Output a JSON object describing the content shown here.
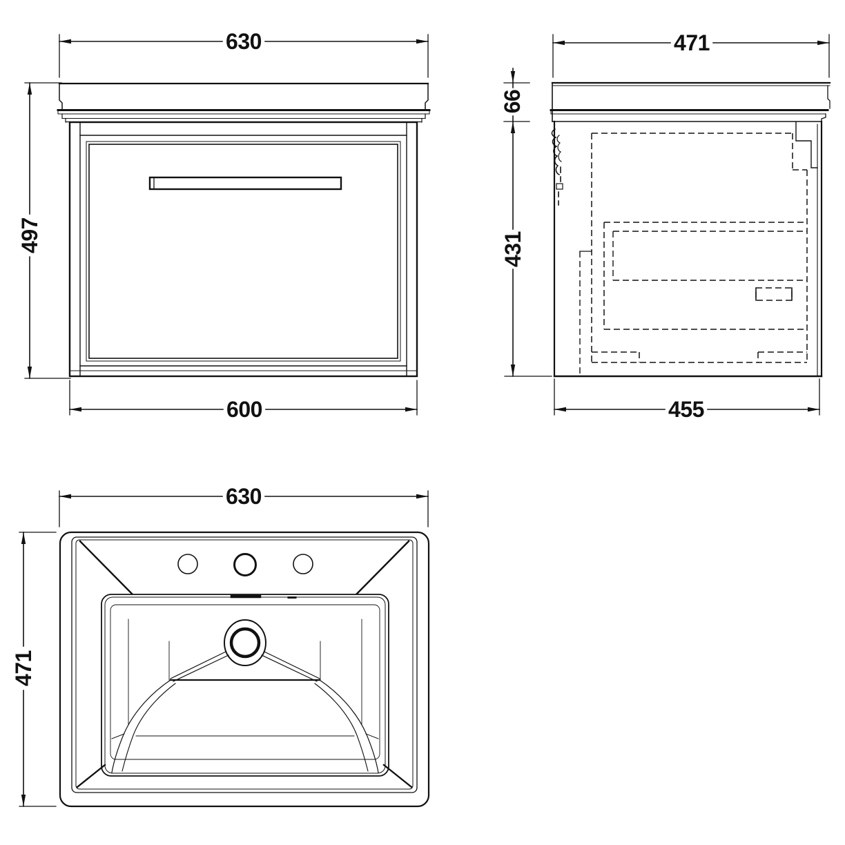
{
  "drawing": {
    "background": "#ffffff",
    "line_color": "#111111",
    "views": {
      "front": {
        "dims": {
          "width_top": "630",
          "height_left": "497",
          "width_bottom": "600"
        }
      },
      "side": {
        "dims": {
          "depth_top": "471",
          "basin_height_left": "66",
          "cabinet_height_left": "431",
          "depth_bottom": "455"
        }
      },
      "plan": {
        "dims": {
          "width_top": "630",
          "depth_left": "471"
        }
      }
    }
  }
}
